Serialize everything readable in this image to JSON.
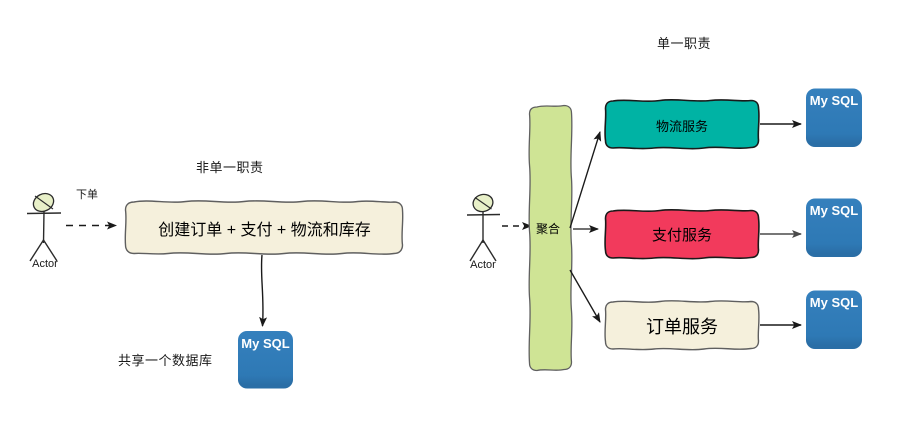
{
  "diagram": {
    "type": "architecture-comparison",
    "left_panel": {
      "title": "非单一职责",
      "actor": {
        "label": "Actor"
      },
      "actor_edge_label": "下单",
      "monolith_box": {
        "label": "创建订单 +  支付 + 物流和库存",
        "fill": "#f5f0dc",
        "stroke": "#666666"
      },
      "database": {
        "label": "My SQL",
        "fill": "#2e7ab8"
      },
      "database_caption": "共享一个数据库"
    },
    "right_panel": {
      "title": "单一职责",
      "actor": {
        "label": "Actor"
      },
      "aggregator": {
        "label": "聚合",
        "fill": "#cfe495",
        "stroke": "#666666"
      },
      "services": [
        {
          "label": "物流服务",
          "fill": "#00b3a4",
          "stroke": "#1a1a1a",
          "db": {
            "label": "My SQL",
            "fill": "#2e7ab8"
          }
        },
        {
          "label": "支付服务",
          "fill": "#f23a5c",
          "stroke": "#1a1a1a",
          "db": {
            "label": "My SQL",
            "fill": "#2e7ab8"
          }
        },
        {
          "label": "订单服务",
          "fill": "#f5f0dc",
          "stroke": "#666666",
          "db": {
            "label": "My SQL",
            "fill": "#2e7ab8"
          }
        }
      ]
    },
    "colors": {
      "background": "#ffffff",
      "arrow": "#1a1a1a",
      "text": "#1a1a1a",
      "actor_head_fill": "#e8f0c8"
    }
  }
}
